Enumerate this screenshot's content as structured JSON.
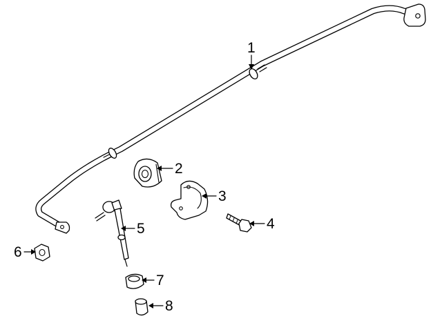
{
  "diagram": {
    "callouts": [
      {
        "id": "1",
        "label": "1",
        "part": "stabilizer-bar"
      },
      {
        "id": "2",
        "label": "2",
        "part": "stabilizer-bushing"
      },
      {
        "id": "3",
        "label": "3",
        "part": "bushing-bracket"
      },
      {
        "id": "4",
        "label": "4",
        "part": "bracket-bolt"
      },
      {
        "id": "5",
        "label": "5",
        "part": "stabilizer-link"
      },
      {
        "id": "6",
        "label": "6",
        "part": "link-nut"
      },
      {
        "id": "7",
        "label": "7",
        "part": "link-bushing"
      },
      {
        "id": "8",
        "label": "8",
        "part": "link-grommet"
      }
    ],
    "colors": {
      "line": "#000000",
      "fill": "#ffffff",
      "background": "#ffffff"
    }
  }
}
